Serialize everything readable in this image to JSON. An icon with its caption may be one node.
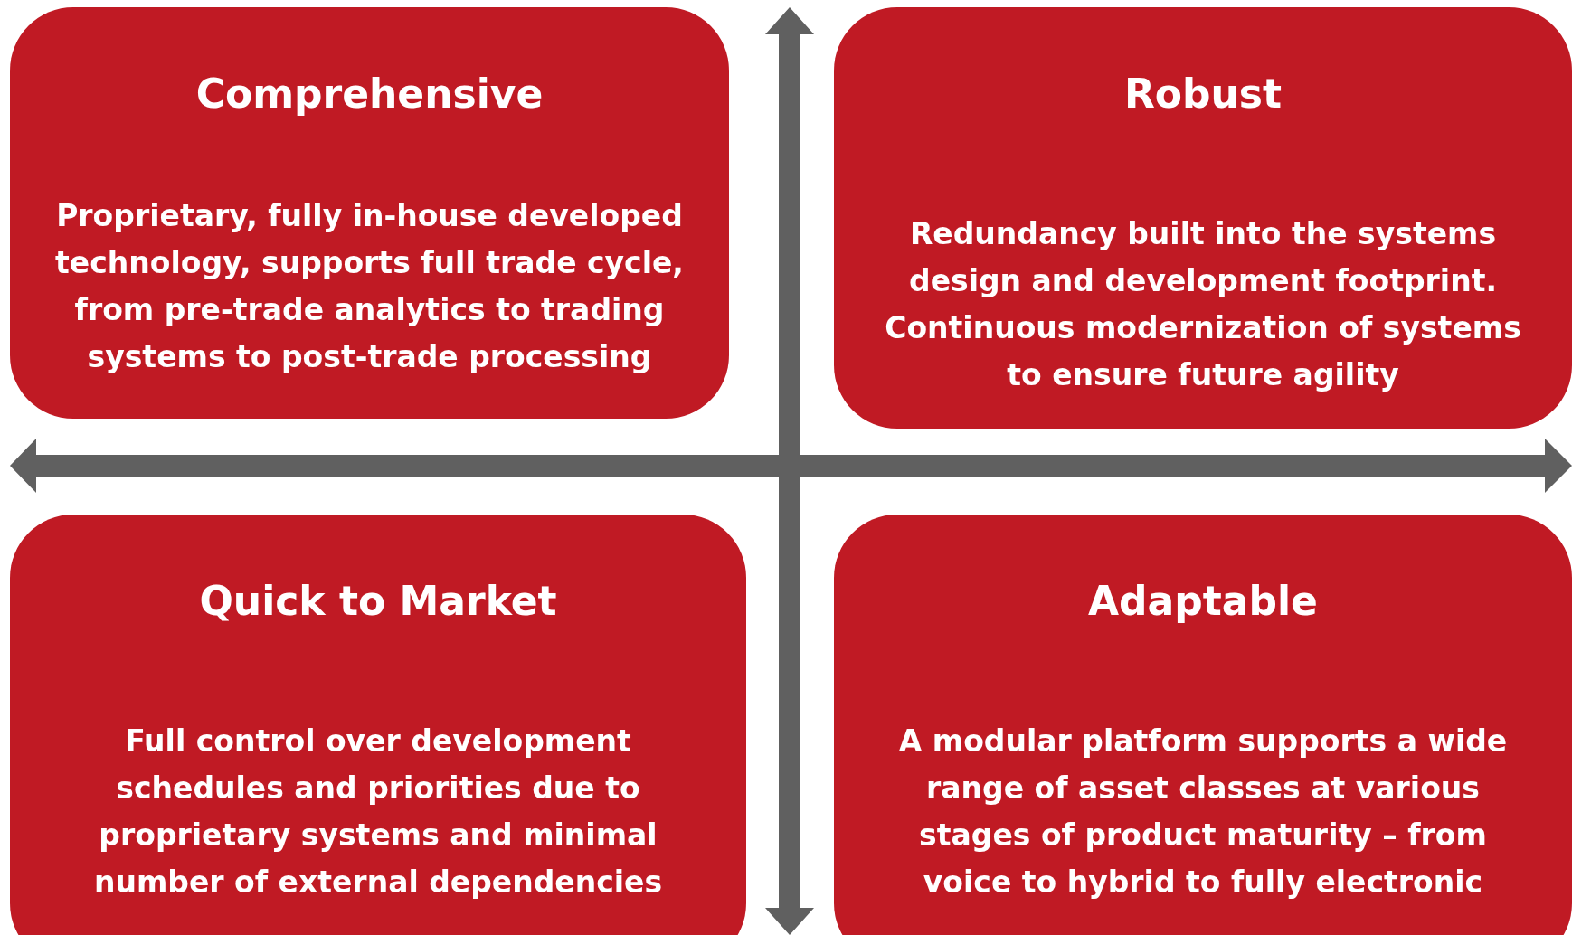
{
  "diagram": {
    "nodes": [
      {
        "text": [
          "Comprehensive",
          "Proprietary, fully in-house developed technology, supports full trade cycle, from pre-trade analytics to trading systems to post-trade processing"
        ]
      },
      {
        "text": [
          "Robust",
          "Redundancy built into the systems design and development footprint. Continuous modernization of systems to ensure future agility"
        ]
      },
      {
        "text": [
          "Quick to Market",
          "Full control over development schedules and priorities due to proprietary systems and minimal number of external dependencies"
        ]
      },
      {
        "text": [
          "Adaptable",
          "A modular platform supports a wide range of asset classes at various stages of product maturity – from voice to hybrid to fully electronic"
        ]
      }
    ]
  }
}
